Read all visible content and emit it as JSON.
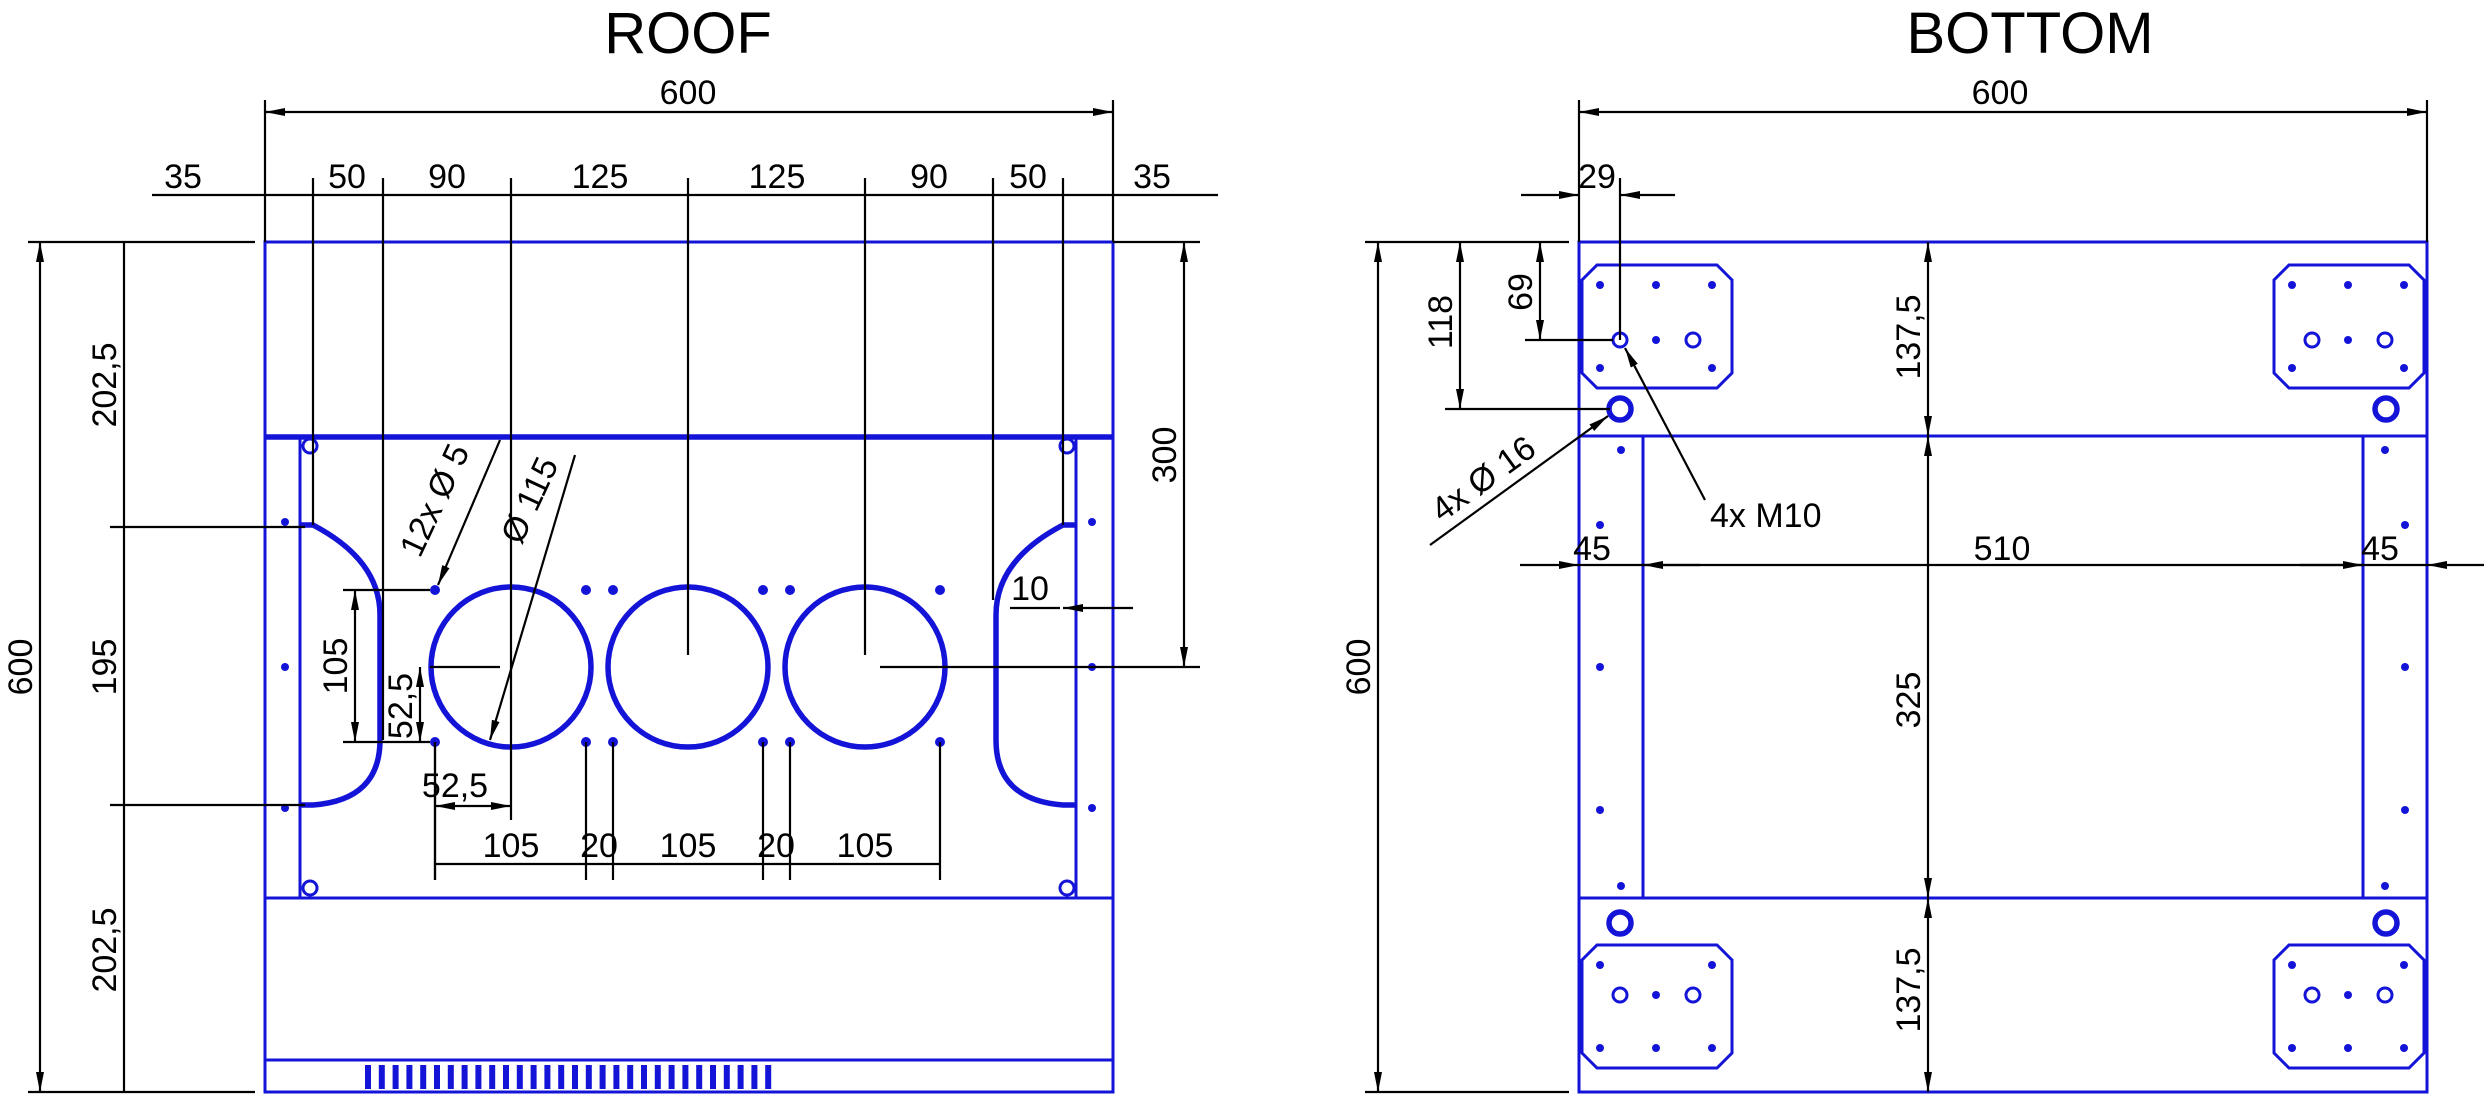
{
  "views": {
    "roof": {
      "title": "ROOF",
      "dim_overall_width": "600",
      "dim_top_row": [
        "35",
        "50",
        "90",
        "125",
        "125",
        "90",
        "50",
        "35"
      ],
      "dim_left_height": "600",
      "dim_left_segments": [
        "202,5",
        "195",
        "202,5"
      ],
      "dim_right_height": "300",
      "dim_hole_small": "12x Ø 5",
      "dim_hole_large": "Ø 115",
      "dim_slot_height": "105",
      "dim_slot_half": "52,5",
      "dim_bottom_h": "52,5",
      "dim_slot_offset": "10",
      "dim_bottom_row": [
        "105",
        "20",
        "105",
        "20",
        "105"
      ]
    },
    "bottom": {
      "title": "BOTTOM",
      "dim_overall_width": "600",
      "dim_offset_x": "29",
      "dim_offset_y1": "69",
      "dim_offset_y2": "118",
      "dim_hole": "4x Ø 16",
      "dim_thread": "4x M10",
      "dim_left_height": "600",
      "dim_center_top": "137,5",
      "dim_center_mid": "325",
      "dim_center_bot": "137,5",
      "dim_horiz_left": "45",
      "dim_horiz_mid": "510",
      "dim_horiz_right": "45"
    }
  },
  "colors": {
    "part": "#1414d8",
    "dimension": "#000000"
  }
}
